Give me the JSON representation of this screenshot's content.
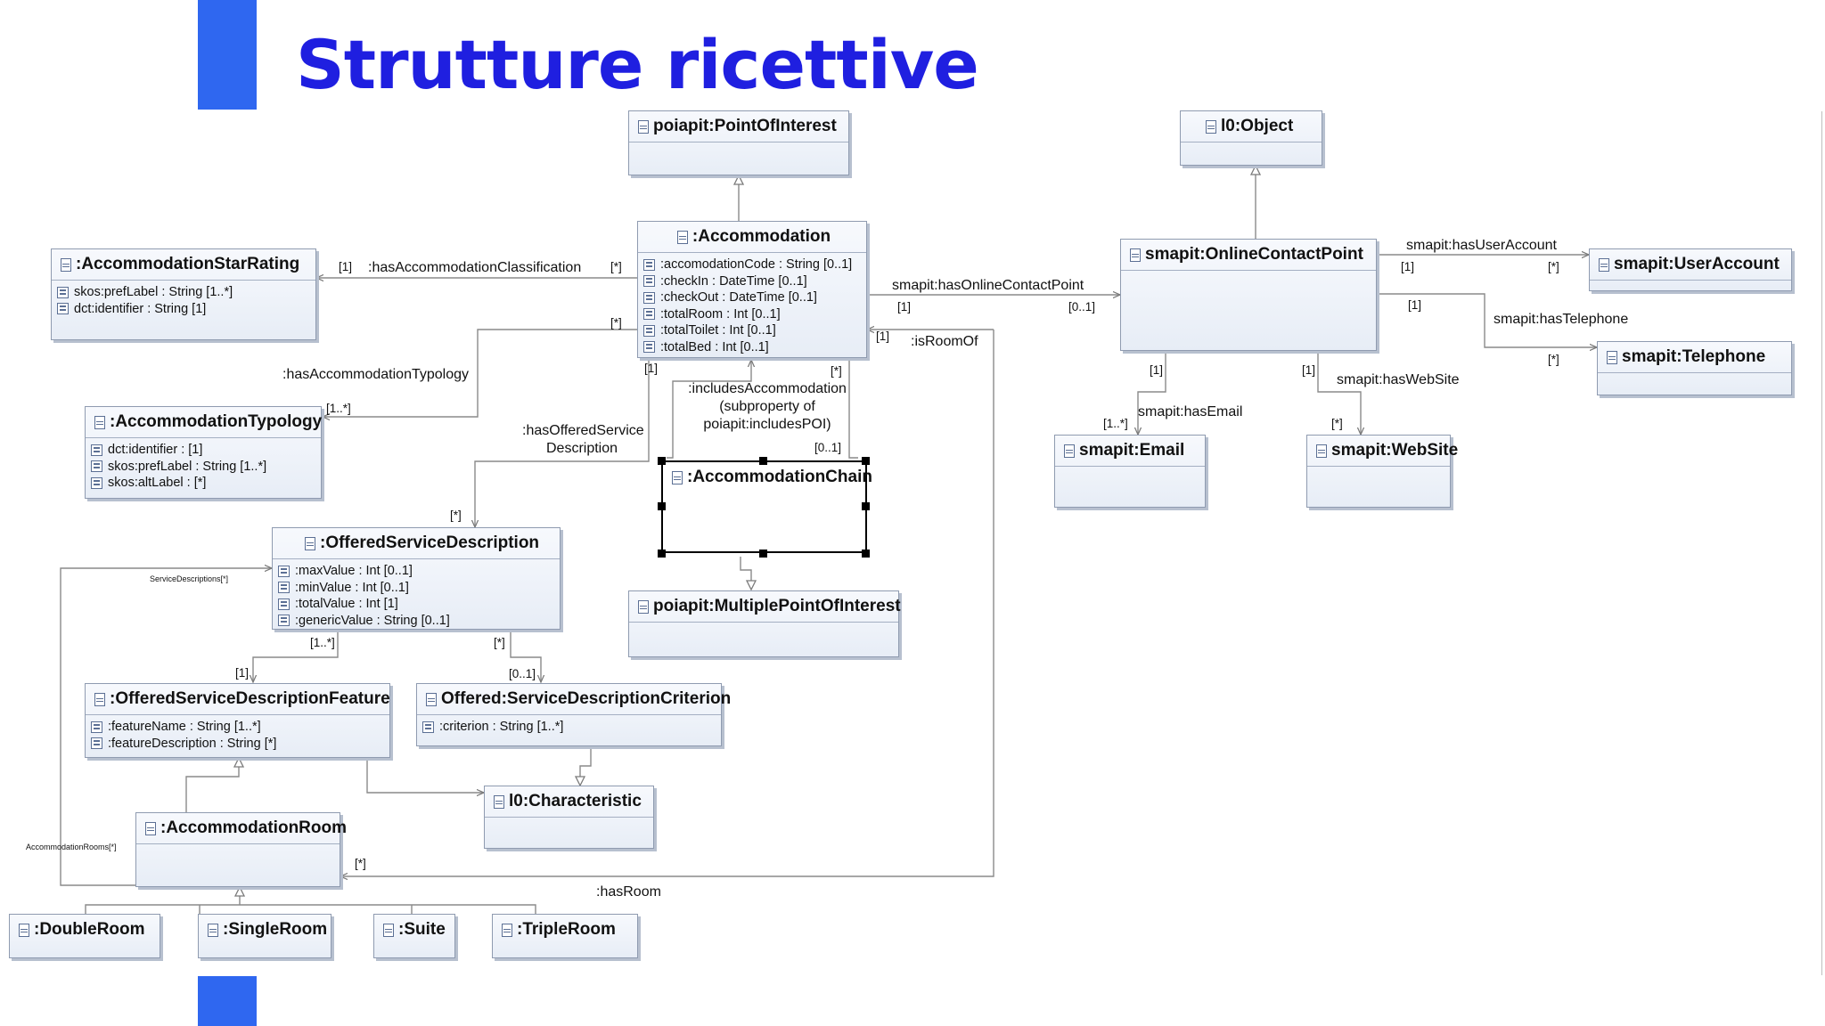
{
  "slide": {
    "title": "Strutture ricettive",
    "accent_color": "#2f67f0",
    "title_color": "#1f1fe0"
  },
  "classes": {
    "poi": {
      "name": "poiapit:PointOfInterest"
    },
    "accommodation": {
      "name": ":Accommodation",
      "attrs": [
        ":accomodationCode : String [0..1]",
        ":checkIn : DateTime [0..1]",
        ":checkOut : DateTime [0..1]",
        ":totalRoom : Int [0..1]",
        ":totalToilet : Int [0..1]",
        ":totalBed : Int [0..1]"
      ]
    },
    "star_rating": {
      "name": ":AccommodationStarRating",
      "attrs": [
        "skos:prefLabel : String [1..*]",
        "dct:identifier : String [1]"
      ]
    },
    "typology": {
      "name": ":AccommodationTypology",
      "attrs": [
        "dct:identifier :  [1]",
        "skos:prefLabel : String [1..*]",
        "skos:altLabel :  [*]"
      ]
    },
    "chain": {
      "name": ":AccommodationChain"
    },
    "multiple_poi": {
      "name": "poiapit:MultiplePointOfInterest"
    },
    "osd": {
      "name": ":OfferedServiceDescription",
      "attrs": [
        ":maxValue : Int [0..1]",
        ":minValue : Int [0..1]",
        ":totalValue : Int [1]",
        ":genericValue : String [0..1]"
      ]
    },
    "osd_feature": {
      "name": ":OfferedServiceDescriptionFeature",
      "attrs": [
        ":featureName : String [1..*]",
        ":featureDescription : String [*]"
      ]
    },
    "osd_criterion": {
      "name": "Offered:ServiceDescriptionCriterion",
      "attrs": [
        ":criterion : String [1..*]"
      ]
    },
    "characteristic": {
      "name": "l0:Characteristic"
    },
    "room": {
      "name": ":AccommodationRoom"
    },
    "double_room": {
      "name": ":DoubleRoom"
    },
    "single_room": {
      "name": ":SingleRoom"
    },
    "suite": {
      "name": ":Suite"
    },
    "triple_room": {
      "name": ":TripleRoom"
    },
    "object": {
      "name": "l0:Object"
    },
    "ocp": {
      "name": "smapit:OnlineContactPoint"
    },
    "user_account": {
      "name": "smapit:UserAccount"
    },
    "telephone": {
      "name": "smapit:Telephone"
    },
    "email": {
      "name": "smapit:Email"
    },
    "website": {
      "name": "smapit:WebSite"
    }
  },
  "labels": {
    "has_classification": ":hasAccommodationClassification",
    "has_classification_src": "[*]",
    "has_classification_dst": "[1]",
    "has_typology": ":hasAccommodationTypology",
    "has_typology_src": "[*]",
    "has_typology_dst": "[1..*]",
    "has_offered_service": ":hasOfferedService",
    "has_offered_service_2": "Description",
    "has_offered_service_src": "[1]",
    "has_offered_service_dst": "[*]",
    "includes_accommodation": ":includesAccommodation",
    "includes_sub_1": "(subproperty of",
    "includes_sub_2": "poiapit:includesPOI)",
    "includes_src": "[*]",
    "includes_dst": "[0..1]",
    "is_room_of": ":isRoomOf",
    "is_room_of_card": "[1]",
    "has_room": ":hasRoom",
    "has_room_card": "[*]",
    "has_ocp": "smapit:hasOnlineContactPoint",
    "has_ocp_src": "[1]",
    "has_ocp_dst": "[0..1]",
    "has_user_account": "smapit:hasUserAccount",
    "has_user_account_src": "[1]",
    "has_user_account_dst": "[*]",
    "has_telephone": "smapit:hasTelephone",
    "has_telephone_src": "[1]",
    "has_telephone_dst": "[*]",
    "has_email": "smapit:hasEmail",
    "has_email_src": "[1]",
    "has_email_dst": "[1..*]",
    "has_website": "smapit:hasWebSite",
    "has_website_src": "[1]",
    "has_website_dst": "[*]",
    "osd_feature_src": "[1..*]",
    "osd_feature_dst": "[1]",
    "osd_criterion_src": "[*]",
    "osd_criterion_dst": "[0..1]",
    "service_descriptions": "ServiceDescriptions[*]",
    "accommodation_rooms": "AccommodationRooms[*]"
  }
}
